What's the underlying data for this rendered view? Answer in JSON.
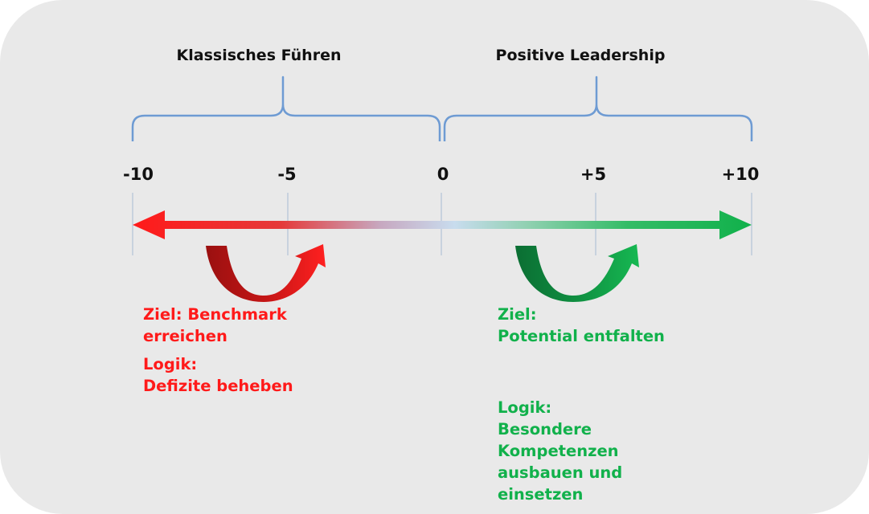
{
  "headers": {
    "left": "Klassisches Führen",
    "right": "Positive Leadership"
  },
  "ticks": [
    "-10",
    "-5",
    "0",
    "+5",
    "+10"
  ],
  "colors": {
    "background": "#e9e9e9",
    "bracket": "#6e9bd3",
    "red": "#ff1a1a",
    "red_dark": "#b01313",
    "green": "#11b14b",
    "green_dark": "#0d7a37",
    "center": "#c8dcee",
    "tick_line": "#b6c6d8"
  },
  "left_notes": {
    "goal": [
      "Ziel: Benchmark",
      "erreichen"
    ],
    "logic": [
      "Logik:",
      "Defizite beheben"
    ]
  },
  "right_notes": {
    "goal": [
      "Ziel:",
      "Potential entfalten"
    ],
    "logic": [
      "Logik:",
      "Besondere",
      "Kompetenzen",
      "ausbauen und",
      "einsetzen"
    ]
  },
  "icons": {
    "left_curve": "u-turn-arrow-icon",
    "right_curve": "u-turn-arrow-icon"
  }
}
